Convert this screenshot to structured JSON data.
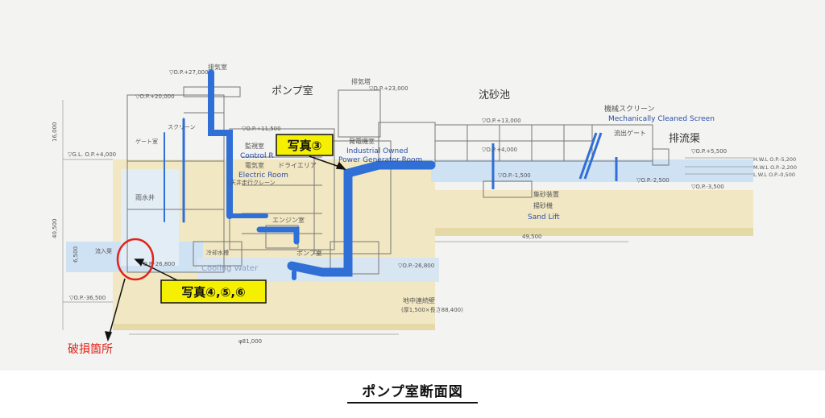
{
  "diagram": {
    "title_pump": "ポンプ室",
    "title_grit": "沈砂池",
    "title_outlet": "排流渠",
    "exhaust_room": "排気室",
    "exhaust_tower": "排気塔",
    "monitor_jp": "監視室",
    "control_en": "Control R",
    "electric_jp": "電気室",
    "electric_en": "Electric Room",
    "dry_area": "ドライエリア",
    "crane": "天井走行クレーン",
    "generator_jp": "発電機室",
    "generator_en1": "Industrial Owned",
    "generator_en2": "Power Generator Room",
    "engine_room": "エンジン室",
    "pump_room_small": "ポンプ室",
    "cooling_tank": "冷却水槽",
    "cooling_en": "Cooling Water",
    "screen_jp": "機械スクリーン",
    "screen_en": "Mechanically Cleaned Screen",
    "gate": "流出ゲート",
    "sand_room": "集砂装置",
    "sand_machine": "揚砂機",
    "sand_en": "Sand Lift",
    "storage_well": "雨水井",
    "inflow": "流入渠",
    "gate_small": "ゲート室",
    "screen_small": "スクリーン",
    "underground": "地中連続壁",
    "underground_sub": "(厚1,500×長さ88,400)",
    "lvl_tp27": "▽O.P.+27,000",
    "lvl_tp23": "▽O.P.+23,000",
    "lvl_tp20": "▽O.P.+20,000",
    "lvl_tp13": "▽O.P.+13,000",
    "lvl_tp11": "▽O.P.+11,500",
    "lvl_gl": "▽G.L. O.P.+4,000",
    "lvl_p5500": "▽O.P.+5,500",
    "lvl_m2500": "▽O.P.-2,500",
    "lvl_m3500": "▽O.P.-3,500",
    "lvl_m1500": "▽O.P.-1,500",
    "lvl_m26800a": "▽O.P.-26,800",
    "lvl_m26800b": "▽O.P.-26,800",
    "lvl_m36500": "▽O.P.-36,500",
    "hwl": "H.W.L O.P.-5,200",
    "mwl": "M.W.L O.P.-2,200",
    "lwl": "L.W.L O.P.-0,500",
    "dim_16000": "16,000",
    "dim_40500": "40,500",
    "dim_6500": "6,500",
    "dim_49500": "49,500",
    "dim_81000": "φ81,000",
    "tp_small": "▽O.P.+4,000"
  },
  "callouts": {
    "photo3": "写真③",
    "photo456": "写真④,⑤,⑥",
    "damage": "破損箇所"
  },
  "caption": "ポンプ室断面図",
  "colors": {
    "accent_blue": "#2f6fd6",
    "callout_yellow": "#f5f000",
    "damage_red": "#e0241c",
    "water": "#cfe2f3",
    "concrete": "#f2e8c6"
  }
}
